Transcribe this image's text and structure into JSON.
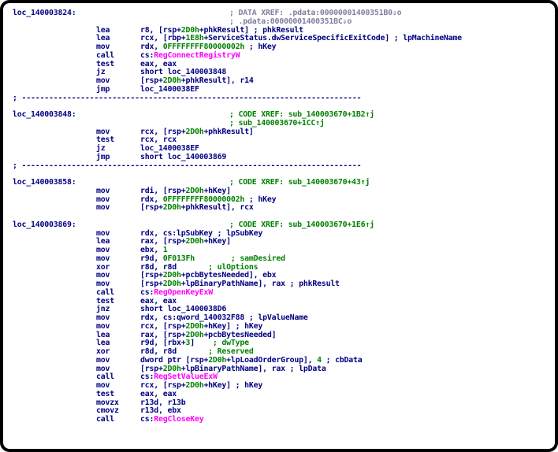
{
  "colors": {
    "label": "#000080",
    "number": "#008000",
    "api": "#ff00ff",
    "xref_data": "#7f7f9f"
  },
  "lines": [
    {
      "kind": "label",
      "label": "loc_140003824:",
      "comment": [
        {
          "t": "; DATA XREF: .pdata:00000001400351B0⇓o",
          "c": "gray"
        }
      ]
    },
    {
      "kind": "xref",
      "comment": [
        {
          "t": "; .pdata:00000001400351BC⇓o",
          "c": "gray"
        }
      ]
    },
    {
      "kind": "ins",
      "mn": "lea",
      "ops": [
        {
          "t": "r8, [rsp+"
        },
        {
          "t": "2D0h",
          "c": "green"
        },
        {
          "t": "+phkResult] ; phkResult"
        }
      ]
    },
    {
      "kind": "ins",
      "mn": "lea",
      "ops": [
        {
          "t": "rcx, [rbp+"
        },
        {
          "t": "1E8h",
          "c": "green"
        },
        {
          "t": "+ServiceStatus.dwServiceSpecificExitCode] ; lpMachineName"
        }
      ]
    },
    {
      "kind": "ins",
      "mn": "mov",
      "ops": [
        {
          "t": "rdx, "
        },
        {
          "t": "0FFFFFFFF80000002h",
          "c": "green"
        },
        {
          "t": " ; hKey"
        }
      ]
    },
    {
      "kind": "ins",
      "mn": "call",
      "ops": [
        {
          "t": "cs:"
        },
        {
          "t": "RegConnectRegistryW",
          "c": "pink"
        }
      ]
    },
    {
      "kind": "ins",
      "mn": "test",
      "ops": [
        {
          "t": "eax, eax"
        }
      ]
    },
    {
      "kind": "ins",
      "mn": "jz",
      "ops": [
        {
          "t": "short loc_140003848"
        }
      ]
    },
    {
      "kind": "ins",
      "mn": "mov",
      "ops": [
        {
          "t": "[rsp+"
        },
        {
          "t": "2D0h",
          "c": "green"
        },
        {
          "t": "+phkResult], r14"
        }
      ]
    },
    {
      "kind": "ins",
      "mn": "jmp",
      "ops": [
        {
          "t": "loc_1400038EF"
        }
      ]
    },
    {
      "kind": "sep",
      "text": "; ---------------------------------------------------------------------------"
    },
    {
      "kind": "blank"
    },
    {
      "kind": "label",
      "label": "loc_140003848:",
      "comment": [
        {
          "t": "; CODE XREF: sub_140003670+1B2↑j",
          "c": "green"
        }
      ]
    },
    {
      "kind": "xref",
      "comment": [
        {
          "t": "; sub_140003670+1CC↑j",
          "c": "green"
        }
      ]
    },
    {
      "kind": "ins",
      "mn": "mov",
      "ops": [
        {
          "t": "rcx, [rsp+"
        },
        {
          "t": "2D0h",
          "c": "green"
        },
        {
          "t": "+phkResult]"
        }
      ]
    },
    {
      "kind": "ins",
      "mn": "test",
      "ops": [
        {
          "t": "rcx, rcx"
        }
      ]
    },
    {
      "kind": "ins",
      "mn": "jz",
      "ops": [
        {
          "t": "loc_1400038EF"
        }
      ]
    },
    {
      "kind": "ins",
      "mn": "jmp",
      "ops": [
        {
          "t": "short loc_140003869"
        }
      ]
    },
    {
      "kind": "sep",
      "text": "; ---------------------------------------------------------------------------"
    },
    {
      "kind": "blank"
    },
    {
      "kind": "label",
      "label": "loc_140003858:",
      "comment": [
        {
          "t": "; CODE XREF: sub_140003670+43↑j",
          "c": "green"
        }
      ]
    },
    {
      "kind": "ins",
      "mn": "mov",
      "ops": [
        {
          "t": "rdi, [rsp+"
        },
        {
          "t": "2D0h",
          "c": "green"
        },
        {
          "t": "+hKey]"
        }
      ]
    },
    {
      "kind": "ins",
      "mn": "mov",
      "ops": [
        {
          "t": "rdx, "
        },
        {
          "t": "0FFFFFFFF80000002h",
          "c": "green"
        },
        {
          "t": " ; hKey"
        }
      ]
    },
    {
      "kind": "ins",
      "mn": "mov",
      "ops": [
        {
          "t": "[rsp+"
        },
        {
          "t": "2D0h",
          "c": "green"
        },
        {
          "t": "+phkResult], rcx"
        }
      ]
    },
    {
      "kind": "blank"
    },
    {
      "kind": "label",
      "label": "loc_140003869:",
      "comment": [
        {
          "t": "; CODE XREF: sub_140003670+1E6↑j",
          "c": "green"
        }
      ]
    },
    {
      "kind": "ins",
      "mn": "mov",
      "ops": [
        {
          "t": "rdx, cs:lpSubKey ; lpSubKey"
        }
      ]
    },
    {
      "kind": "ins",
      "mn": "lea",
      "ops": [
        {
          "t": "rax, [rsp+"
        },
        {
          "t": "2D0h",
          "c": "green"
        },
        {
          "t": "+hKey]"
        }
      ]
    },
    {
      "kind": "ins",
      "mn": "mov",
      "ops": [
        {
          "t": "ebx, "
        },
        {
          "t": "1",
          "c": "green"
        }
      ]
    },
    {
      "kind": "ins",
      "mn": "mov",
      "ops": [
        {
          "t": "r9d, "
        },
        {
          "t": "0F013Fh",
          "c": "green"
        },
        {
          "t": "        ; samDesired",
          "c": "green"
        }
      ]
    },
    {
      "kind": "ins",
      "mn": "xor",
      "ops": [
        {
          "t": "r8d, r8d"
        },
        {
          "t": "       ; ulOptions",
          "c": "green"
        }
      ]
    },
    {
      "kind": "ins",
      "mn": "mov",
      "ops": [
        {
          "t": "[rsp+"
        },
        {
          "t": "2D0h",
          "c": "green"
        },
        {
          "t": "+pcbBytesNeeded], ebx"
        }
      ]
    },
    {
      "kind": "ins",
      "mn": "mov",
      "ops": [
        {
          "t": "[rsp+"
        },
        {
          "t": "2D0h",
          "c": "green"
        },
        {
          "t": "+lpBinaryPathName], rax ; phkResult"
        }
      ]
    },
    {
      "kind": "ins",
      "mn": "call",
      "ops": [
        {
          "t": "cs:"
        },
        {
          "t": "RegOpenKeyExW",
          "c": "pink"
        }
      ]
    },
    {
      "kind": "ins",
      "mn": "test",
      "ops": [
        {
          "t": "eax, eax"
        }
      ]
    },
    {
      "kind": "ins",
      "mn": "jnz",
      "ops": [
        {
          "t": "short loc_1400038D6"
        }
      ]
    },
    {
      "kind": "ins",
      "mn": "mov",
      "ops": [
        {
          "t": "rdx, cs:qword_140032F88 ; lpValueName"
        }
      ]
    },
    {
      "kind": "ins",
      "mn": "mov",
      "ops": [
        {
          "t": "rcx, [rsp+"
        },
        {
          "t": "2D0h",
          "c": "green"
        },
        {
          "t": "+hKey] ; hKey"
        }
      ]
    },
    {
      "kind": "ins",
      "mn": "lea",
      "ops": [
        {
          "t": "rax, [rsp+"
        },
        {
          "t": "2D0h",
          "c": "green"
        },
        {
          "t": "+pcbBytesNeeded]"
        }
      ]
    },
    {
      "kind": "ins",
      "mn": "lea",
      "ops": [
        {
          "t": "r9d, [rbx+"
        },
        {
          "t": "3",
          "c": "green"
        },
        {
          "t": "]"
        },
        {
          "t": "    ; dwType",
          "c": "green"
        }
      ]
    },
    {
      "kind": "ins",
      "mn": "xor",
      "ops": [
        {
          "t": "r8d, r8d"
        },
        {
          "t": "       ; Reserved",
          "c": "green"
        }
      ]
    },
    {
      "kind": "ins",
      "mn": "mov",
      "ops": [
        {
          "t": "dword ptr [rsp+"
        },
        {
          "t": "2D0h",
          "c": "green"
        },
        {
          "t": "+lpLoadOrderGroup], "
        },
        {
          "t": "4",
          "c": "green"
        },
        {
          "t": " ; cbData"
        }
      ]
    },
    {
      "kind": "ins",
      "mn": "mov",
      "ops": [
        {
          "t": "[rsp+"
        },
        {
          "t": "2D0h",
          "c": "green"
        },
        {
          "t": "+lpBinaryPathName], rax ; lpData"
        }
      ]
    },
    {
      "kind": "ins",
      "mn": "call",
      "ops": [
        {
          "t": "cs:"
        },
        {
          "t": "RegSetValueExW",
          "c": "pink"
        }
      ]
    },
    {
      "kind": "ins",
      "mn": "mov",
      "ops": [
        {
          "t": "rcx, [rsp+"
        },
        {
          "t": "2D0h",
          "c": "green"
        },
        {
          "t": "+hKey] ; hKey"
        }
      ]
    },
    {
      "kind": "ins",
      "mn": "test",
      "ops": [
        {
          "t": "eax, eax"
        }
      ]
    },
    {
      "kind": "ins",
      "mn": "movzx",
      "ops": [
        {
          "t": "r13d, r13b"
        }
      ]
    },
    {
      "kind": "ins",
      "mn": "cmovz",
      "ops": [
        {
          "t": "r13d, ebx"
        }
      ]
    },
    {
      "kind": "ins",
      "mn": "call",
      "ops": [
        {
          "t": "cs:"
        },
        {
          "t": "RegCloseKey",
          "c": "pink"
        }
      ]
    }
  ]
}
